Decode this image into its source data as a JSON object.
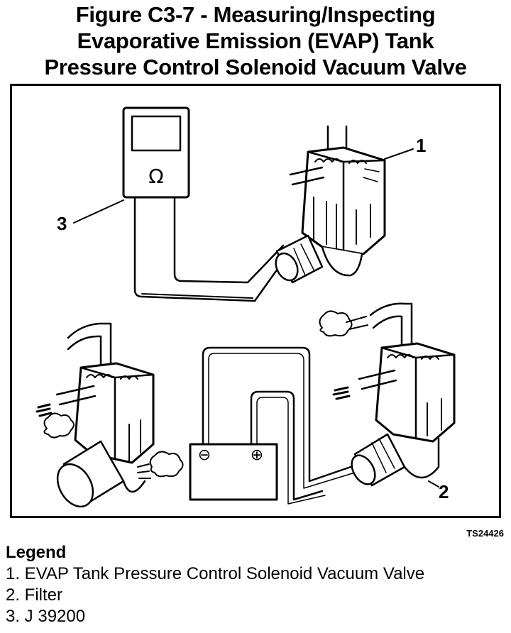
{
  "title": {
    "line1": "Figure C3-7 - Measuring/Inspecting",
    "line2": "Evaporative Emission (EVAP) Tank",
    "line3": "Pressure Control Solenoid Vacuum Valve"
  },
  "meter": {
    "symbol": "Ω"
  },
  "battery": {
    "neg": "⊖",
    "pos": "⊕"
  },
  "callouts": {
    "c1": "1",
    "c2": "2",
    "c3": "3"
  },
  "figure_code": "TS24426",
  "legend": {
    "heading": "Legend",
    "items": [
      "1. EVAP Tank Pressure Control Solenoid Vacuum Valve",
      "2. Filter",
      "3. J 39200"
    ]
  }
}
